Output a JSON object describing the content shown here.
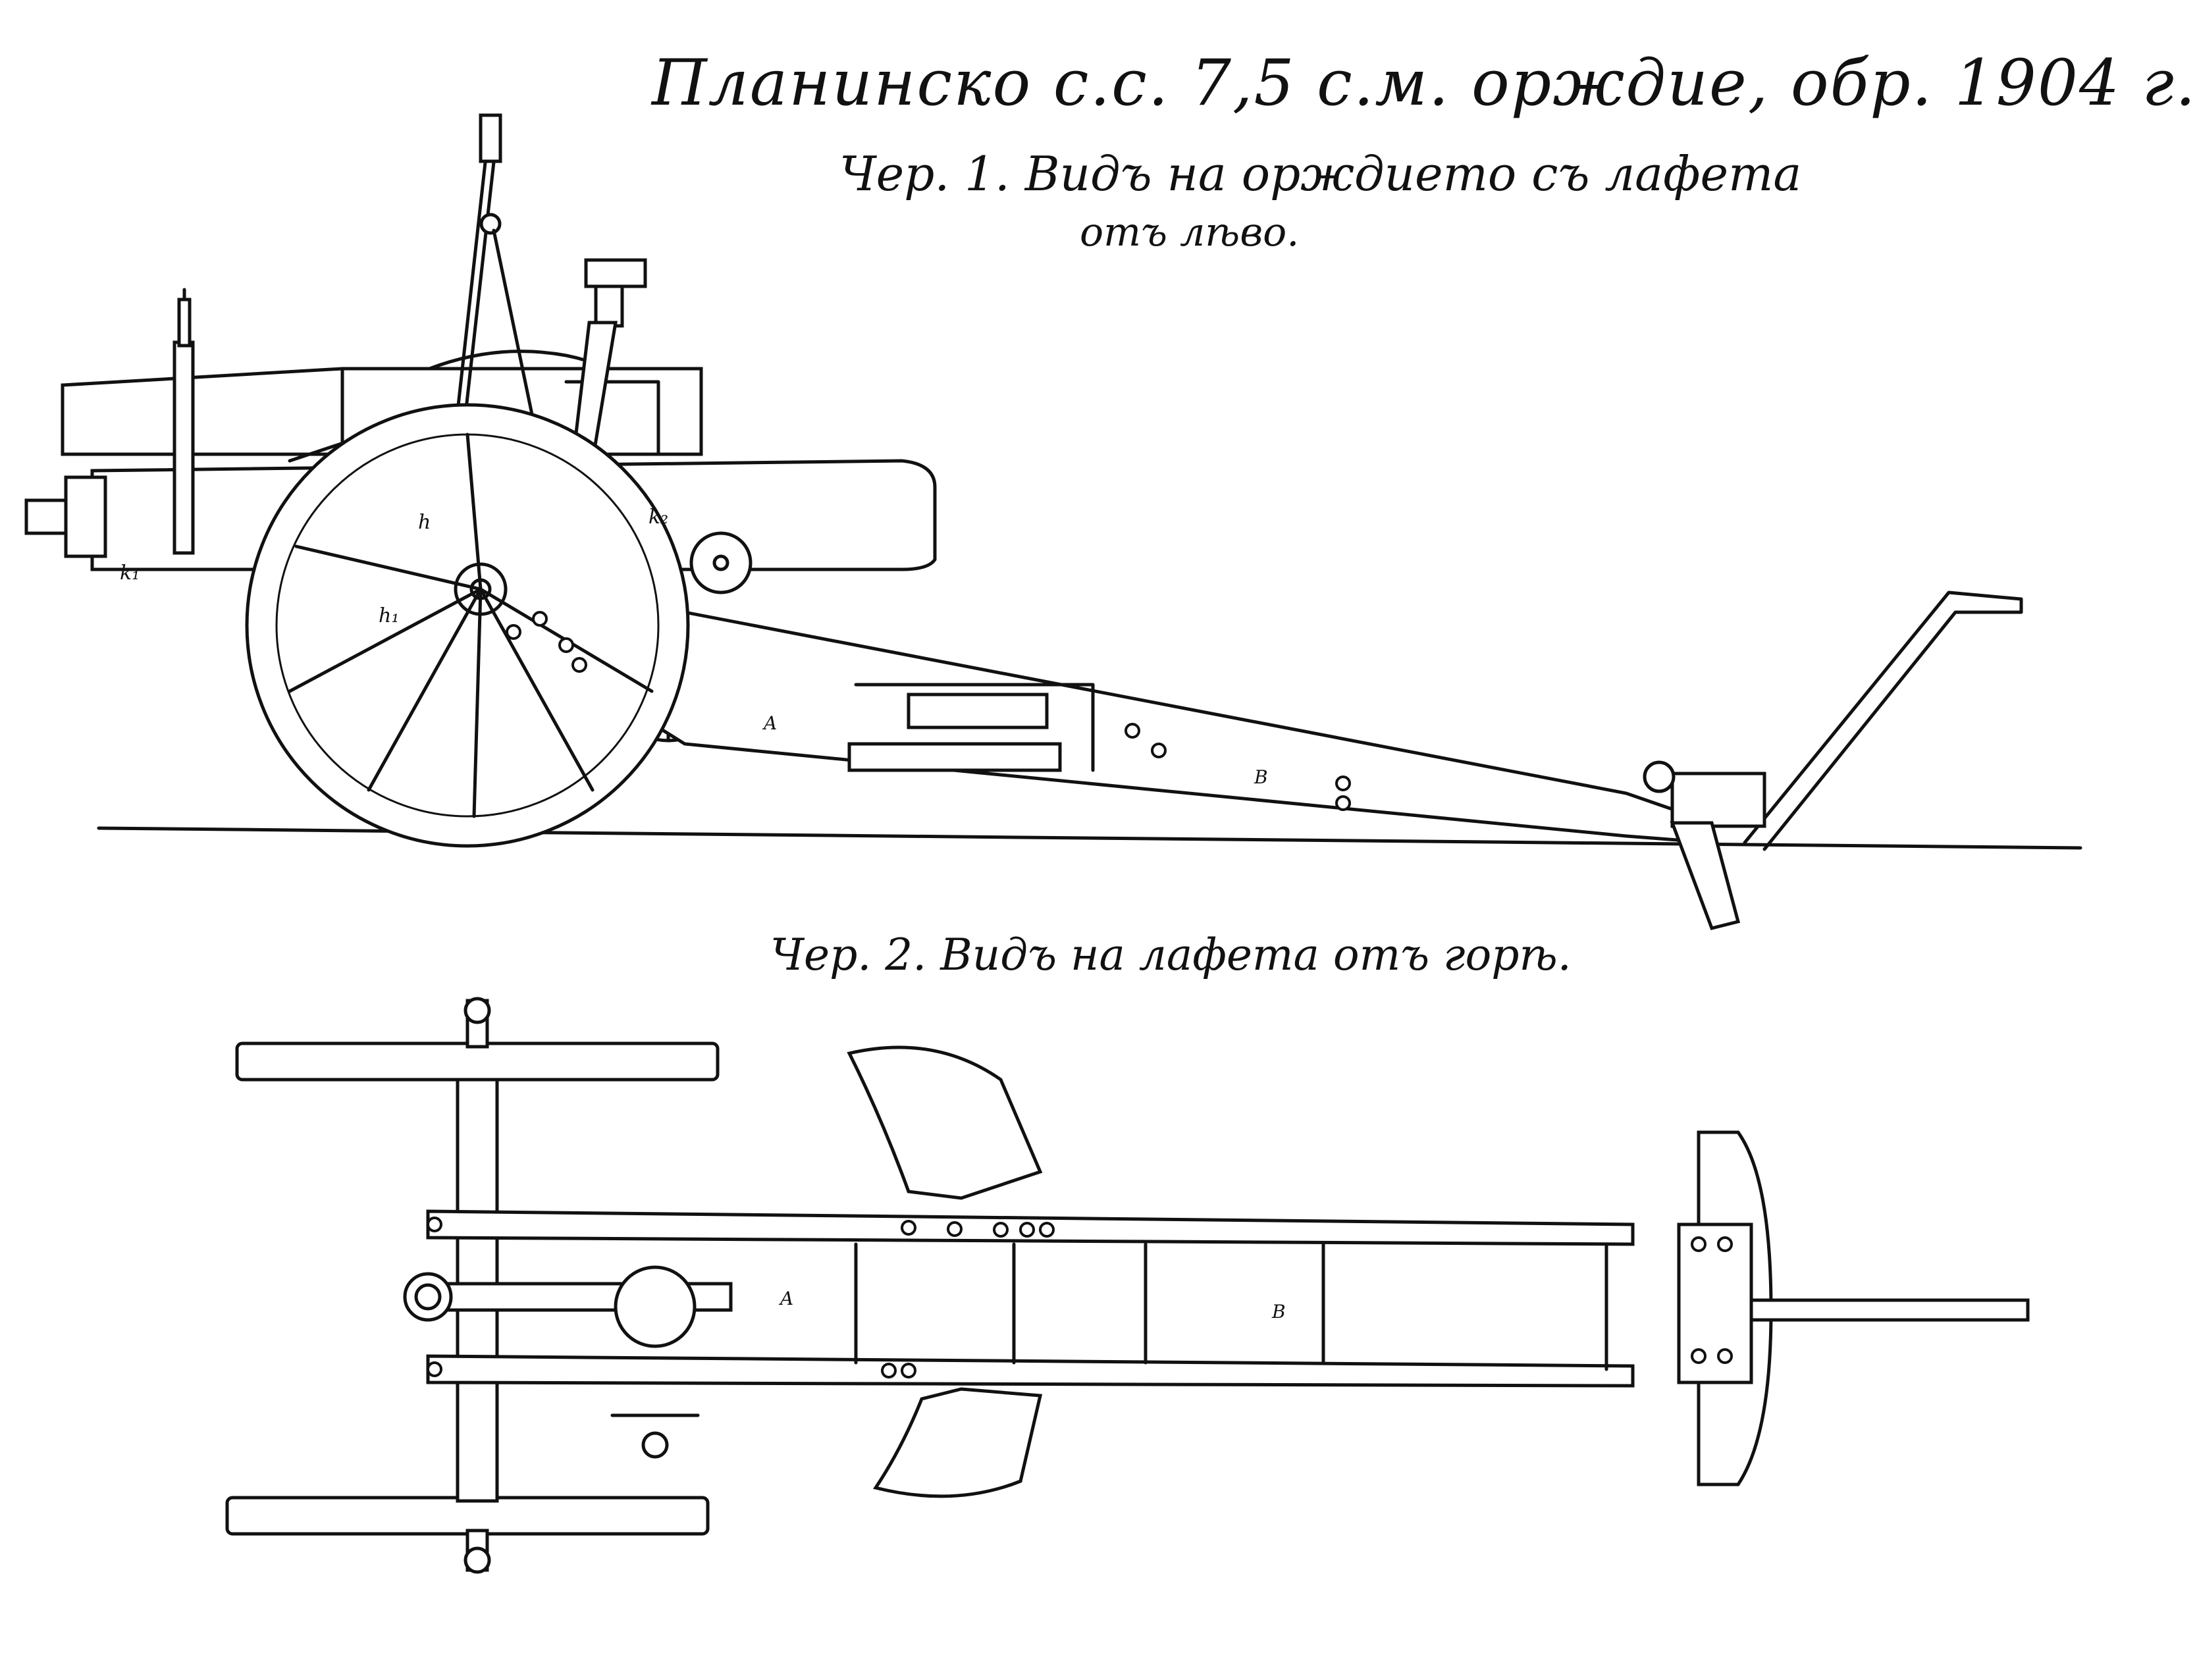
{
  "title": "Планинско с.с. 7,5 с.м. орждие, обр. 1904 г.",
  "figure1": {
    "caption_line1": "Чер. 1. Видъ на орждието съ лафета",
    "caption_line2": "отъ лѣво.",
    "labels": {
      "A": "A",
      "B": "B",
      "h": "h",
      "h1": "h₁",
      "k1": "k₁",
      "k2": "k₂"
    }
  },
  "figure2": {
    "caption": "Чер. 2. Видъ на лафета отъ горѣ.",
    "labels": {
      "A": "A",
      "B": "B"
    }
  }
}
